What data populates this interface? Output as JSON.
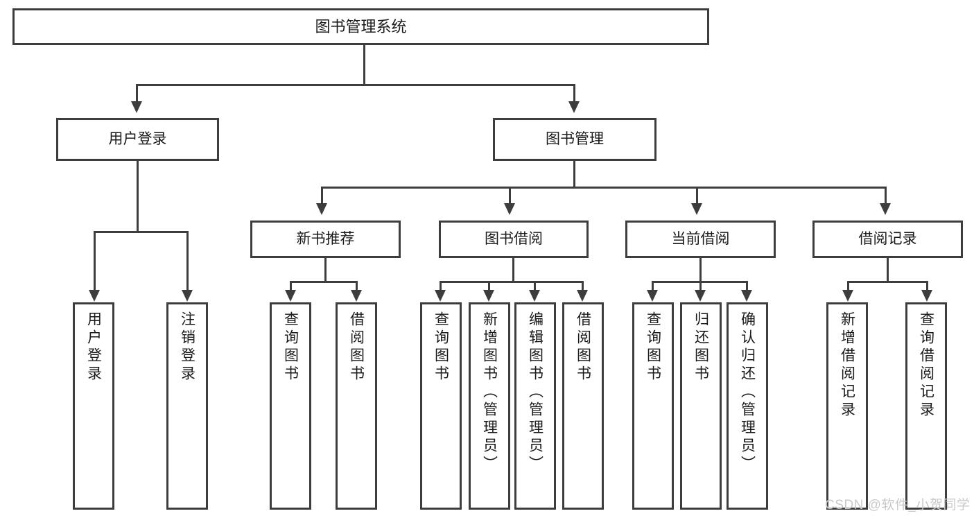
{
  "diagram": {
    "title": "图书管理系统",
    "root": {
      "label": "图书管理系统"
    },
    "level1": [
      {
        "label": "用户登录"
      },
      {
        "label": "图书管理"
      }
    ],
    "level2": [
      {
        "label": "新书推荐"
      },
      {
        "label": "图书借阅"
      },
      {
        "label": "当前借阅"
      },
      {
        "label": "借阅记录"
      }
    ],
    "leaves": {
      "user_login": [
        {
          "label": "用户登录"
        },
        {
          "label": "注销登录"
        }
      ],
      "new_book": [
        {
          "label": "查询图书"
        },
        {
          "label": "借阅图书"
        }
      ],
      "book_borrow": [
        {
          "label": "查询图书"
        },
        {
          "label": "新增图书（管理员）"
        },
        {
          "label": "编辑图书（管理员）"
        },
        {
          "label": "借阅图书"
        }
      ],
      "current_borrow": [
        {
          "label": "查询图书"
        },
        {
          "label": "归还图书"
        },
        {
          "label": "确认归还（管理员）"
        }
      ],
      "borrow_record": [
        {
          "label": "新增借阅记录"
        },
        {
          "label": "查询借阅记录"
        }
      ]
    }
  },
  "watermark": {
    "text": "CSDN @软件_小贺同学"
  },
  "colors": {
    "border": "#3d3d3d",
    "text": "#1a1a1a",
    "background": "#ffffff",
    "watermark": "#c9c9c9"
  }
}
